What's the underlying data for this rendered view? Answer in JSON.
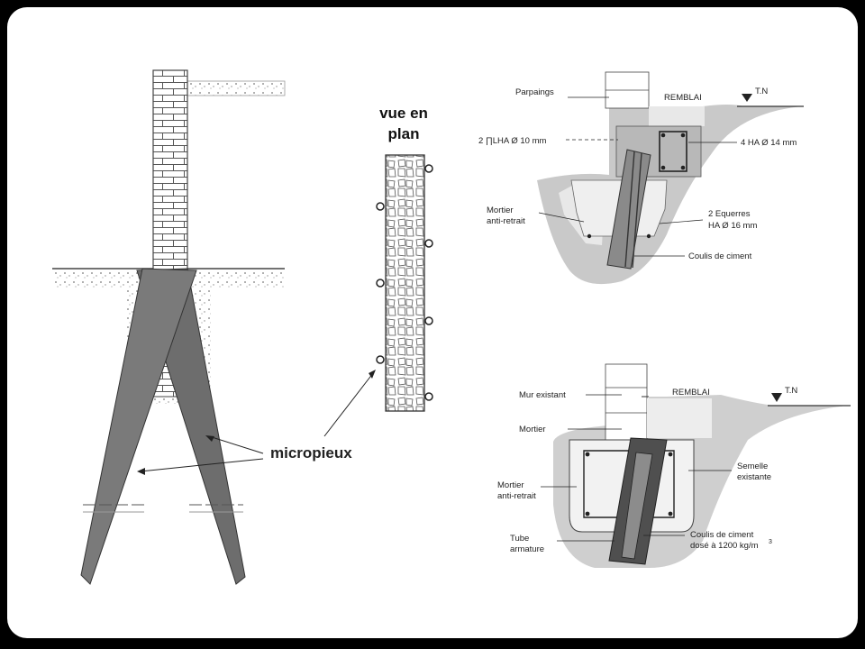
{
  "left_figure": {
    "plan_title_line1": "vue en",
    "plan_title_line2": "plan",
    "micropiles_label": "micropieux"
  },
  "detail_top": {
    "parpaings": "Parpaings",
    "remblai": "REMBLAI",
    "tn": "T.N",
    "stirrups": "2 ∏LHA Ø 10 mm",
    "rebars_4": "4 HA Ø 14 mm",
    "mortier_1": "Mortier",
    "mortier_2": "anti-retrait",
    "equerres_1": "2 Equerres",
    "equerres_2": "HA Ø 16 mm",
    "coulis": "Coulis de ciment"
  },
  "detail_bottom": {
    "mur_existant": "Mur existant",
    "remblai": "REMBLAI",
    "tn": "T.N",
    "mortier": "Mortier",
    "semelle_1": "Semelle",
    "semelle_2": "existante",
    "mortier_ar_1": "Mortier",
    "mortier_ar_2": "anti-retrait",
    "tube_1": "Tube",
    "tube_2": "armature",
    "coulis_1": "Coulis de ciment",
    "coulis_2": "dosé à 1200 kg/m",
    "coulis_sup": "3"
  },
  "colors": {
    "frame": "#000000",
    "paper": "#ffffff",
    "soil_gray": "#c8c8c8",
    "concrete_gray": "#dcdcdc",
    "pile_dark": "#555555"
  }
}
